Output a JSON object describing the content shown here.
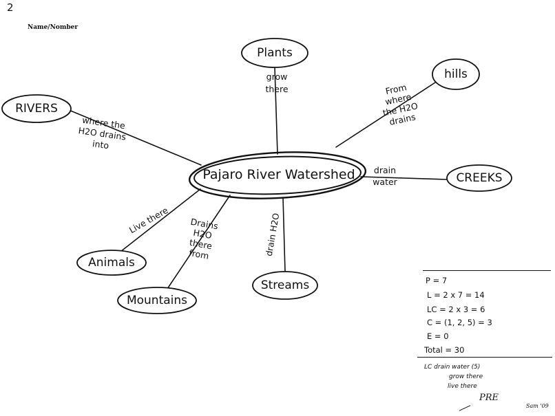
{
  "page_number": "2",
  "name_label": "Name/Nomber",
  "concept_map": {
    "center": "Pajaro River Watershed",
    "nodes": [
      {
        "id": "plants",
        "label": "Plants"
      },
      {
        "id": "hills",
        "label": "hills"
      },
      {
        "id": "rivers",
        "label": "RIVERS"
      },
      {
        "id": "creeks",
        "label": "CREEKS"
      },
      {
        "id": "animals",
        "label": "Animals"
      },
      {
        "id": "mountains",
        "label": "Mountains"
      },
      {
        "id": "streams",
        "label": "Streams"
      }
    ],
    "links": [
      {
        "to": "plants",
        "lines": [
          "grow",
          "there"
        ]
      },
      {
        "to": "hills",
        "lines": [
          "From",
          "where",
          "the  H2O",
          "drains"
        ]
      },
      {
        "to": "rivers",
        "lines": [
          "where the",
          "H2O drains",
          "into"
        ]
      },
      {
        "to": "creeks",
        "lines": [
          "drain",
          "water"
        ]
      },
      {
        "to": "animals",
        "lines": [
          "Live there"
        ]
      },
      {
        "to": "mountains",
        "lines": [
          "Drains",
          "H2O",
          "there",
          "from"
        ]
      },
      {
        "to": "streams",
        "lines": [
          "drain H2O"
        ]
      }
    ]
  },
  "score_box": {
    "lines": [
      "P = 7",
      "L = 2 x 7 = 14",
      "LC = 2 x 3 = 6",
      "C = (1, 2, 5) = 3",
      "E = 0",
      "Total = 30"
    ],
    "notes": [
      "LC  drain water (5)",
      "grow there",
      "live there"
    ],
    "grader": "PRE",
    "grader_date": "Sam '09"
  }
}
